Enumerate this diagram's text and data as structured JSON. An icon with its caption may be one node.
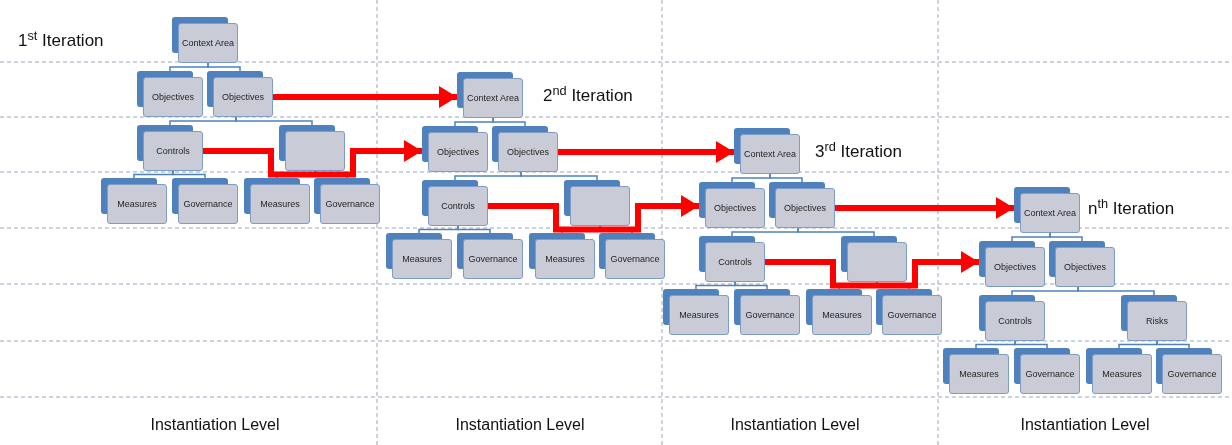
{
  "diagram": {
    "nodes": [
      {
        "text": [
          "Context Area"
        ]
      },
      {
        "text": [
          "Objectives"
        ]
      },
      {
        "text": [
          "Objectives"
        ]
      },
      {
        "text": [
          "Controls"
        ]
      },
      {
        "text": [],
        "shape": "box"
      },
      {
        "text": [
          "Measures"
        ]
      },
      {
        "text": [
          "Governance"
        ]
      },
      {
        "text": [
          "Measures"
        ]
      },
      {
        "text": [
          "Governance"
        ]
      },
      {
        "text": [
          "Context Area"
        ]
      },
      {
        "text": [
          "Objectives"
        ]
      },
      {
        "text": [
          "Objectives"
        ]
      },
      {
        "text": [
          "Controls"
        ]
      },
      {
        "text": [],
        "shape": "box"
      },
      {
        "text": [
          "Measures"
        ]
      },
      {
        "text": [
          "Governance"
        ]
      },
      {
        "text": [
          "Measures"
        ]
      },
      {
        "text": [
          "Governance"
        ]
      },
      {
        "text": [
          "Context Area"
        ]
      },
      {
        "text": [
          "Objectives"
        ]
      },
      {
        "text": [
          "Objectives"
        ]
      },
      {
        "text": [
          "Controls"
        ]
      },
      {
        "text": [],
        "shape": "box"
      },
      {
        "text": [
          "Measures"
        ]
      },
      {
        "text": [
          "Governance"
        ]
      },
      {
        "text": [
          "Measures"
        ]
      },
      {
        "text": [
          "Governance"
        ]
      },
      {
        "text": [
          "Context Area"
        ]
      },
      {
        "text": [
          "Objectives"
        ]
      },
      {
        "text": [
          "Objectives"
        ]
      },
      {
        "text": [
          "Controls"
        ]
      },
      {
        "text": [
          "Risks"
        ]
      },
      {
        "text": [
          "Measures"
        ]
      },
      {
        "text": [
          "Governance"
        ]
      },
      {
        "text": [
          "Measures"
        ]
      },
      {
        "text": [
          "Governance"
        ]
      }
    ],
    "edges": [
      {
        "from": 0,
        "to": 1,
        "arrow": "none"
      },
      {
        "from": 0,
        "to": 2,
        "arrow": "none"
      },
      {
        "from": 2,
        "to": 3,
        "arrow": "none"
      },
      {
        "from": 2,
        "to": 4,
        "arrow": "none"
      },
      {
        "from": 3,
        "to": 5,
        "arrow": "none"
      },
      {
        "from": 3,
        "to": 6,
        "arrow": "none"
      },
      {
        "from": 4,
        "to": 7,
        "arrow": "none"
      },
      {
        "from": 4,
        "to": 8,
        "arrow": "none"
      },
      {
        "from": 9,
        "to": 10,
        "arrow": "none"
      },
      {
        "from": 9,
        "to": 11,
        "arrow": "none"
      },
      {
        "from": 11,
        "to": 12,
        "arrow": "none"
      },
      {
        "from": 11,
        "to": 13,
        "arrow": "none"
      },
      {
        "from": 12,
        "to": 14,
        "arrow": "none"
      },
      {
        "from": 12,
        "to": 15,
        "arrow": "none"
      },
      {
        "from": 13,
        "to": 16,
        "arrow": "none"
      },
      {
        "from": 13,
        "to": 17,
        "arrow": "none"
      },
      {
        "from": 18,
        "to": 19,
        "arrow": "none"
      },
      {
        "from": 18,
        "to": 20,
        "arrow": "none"
      },
      {
        "from": 20,
        "to": 21,
        "arrow": "none"
      },
      {
        "from": 20,
        "to": 22,
        "arrow": "none"
      },
      {
        "from": 21,
        "to": 23,
        "arrow": "none"
      },
      {
        "from": 21,
        "to": 24,
        "arrow": "none"
      },
      {
        "from": 22,
        "to": 25,
        "arrow": "none"
      },
      {
        "from": 22,
        "to": 26,
        "arrow": "none"
      },
      {
        "from": 27,
        "to": 28,
        "arrow": "none"
      },
      {
        "from": 27,
        "to": 29,
        "arrow": "none"
      },
      {
        "from": 29,
        "to": 30,
        "arrow": "none"
      },
      {
        "from": 29,
        "to": 31,
        "arrow": "none"
      },
      {
        "from": 30,
        "to": 32,
        "arrow": "none"
      },
      {
        "from": 30,
        "to": 33,
        "arrow": "none"
      },
      {
        "from": 31,
        "to": 34,
        "arrow": "none"
      },
      {
        "from": 31,
        "to": 35,
        "arrow": "none"
      },
      {
        "from": 2,
        "to": 9,
        "arrow": "to",
        "style": "thick",
        "color": "#ff0000"
      },
      {
        "from": 3,
        "to": 10,
        "arrow": "to",
        "style": "thick",
        "color": "#ff0000"
      },
      {
        "from": 11,
        "to": 18,
        "arrow": "to",
        "style": "thick",
        "color": "#ff0000"
      },
      {
        "from": 12,
        "to": 19,
        "arrow": "to",
        "style": "thick",
        "color": "#ff0000"
      },
      {
        "from": 20,
        "to": 27,
        "arrow": "to",
        "style": "thick",
        "color": "#ff0000"
      },
      {
        "from": 21,
        "to": 28,
        "arrow": "to",
        "style": "thick",
        "color": "#ff0000"
      }
    ],
    "labels": [
      "1$^{st}$ Iteration",
      "2$^{nd}$ Iteration",
      "3$^{rd}$ Iteration",
      "n$^{th}$ Iteration",
      "Instantiation Level",
      "Instantiation Level",
      "Instantiation Level",
      "Instantiation Level"
    ]
  }
}
